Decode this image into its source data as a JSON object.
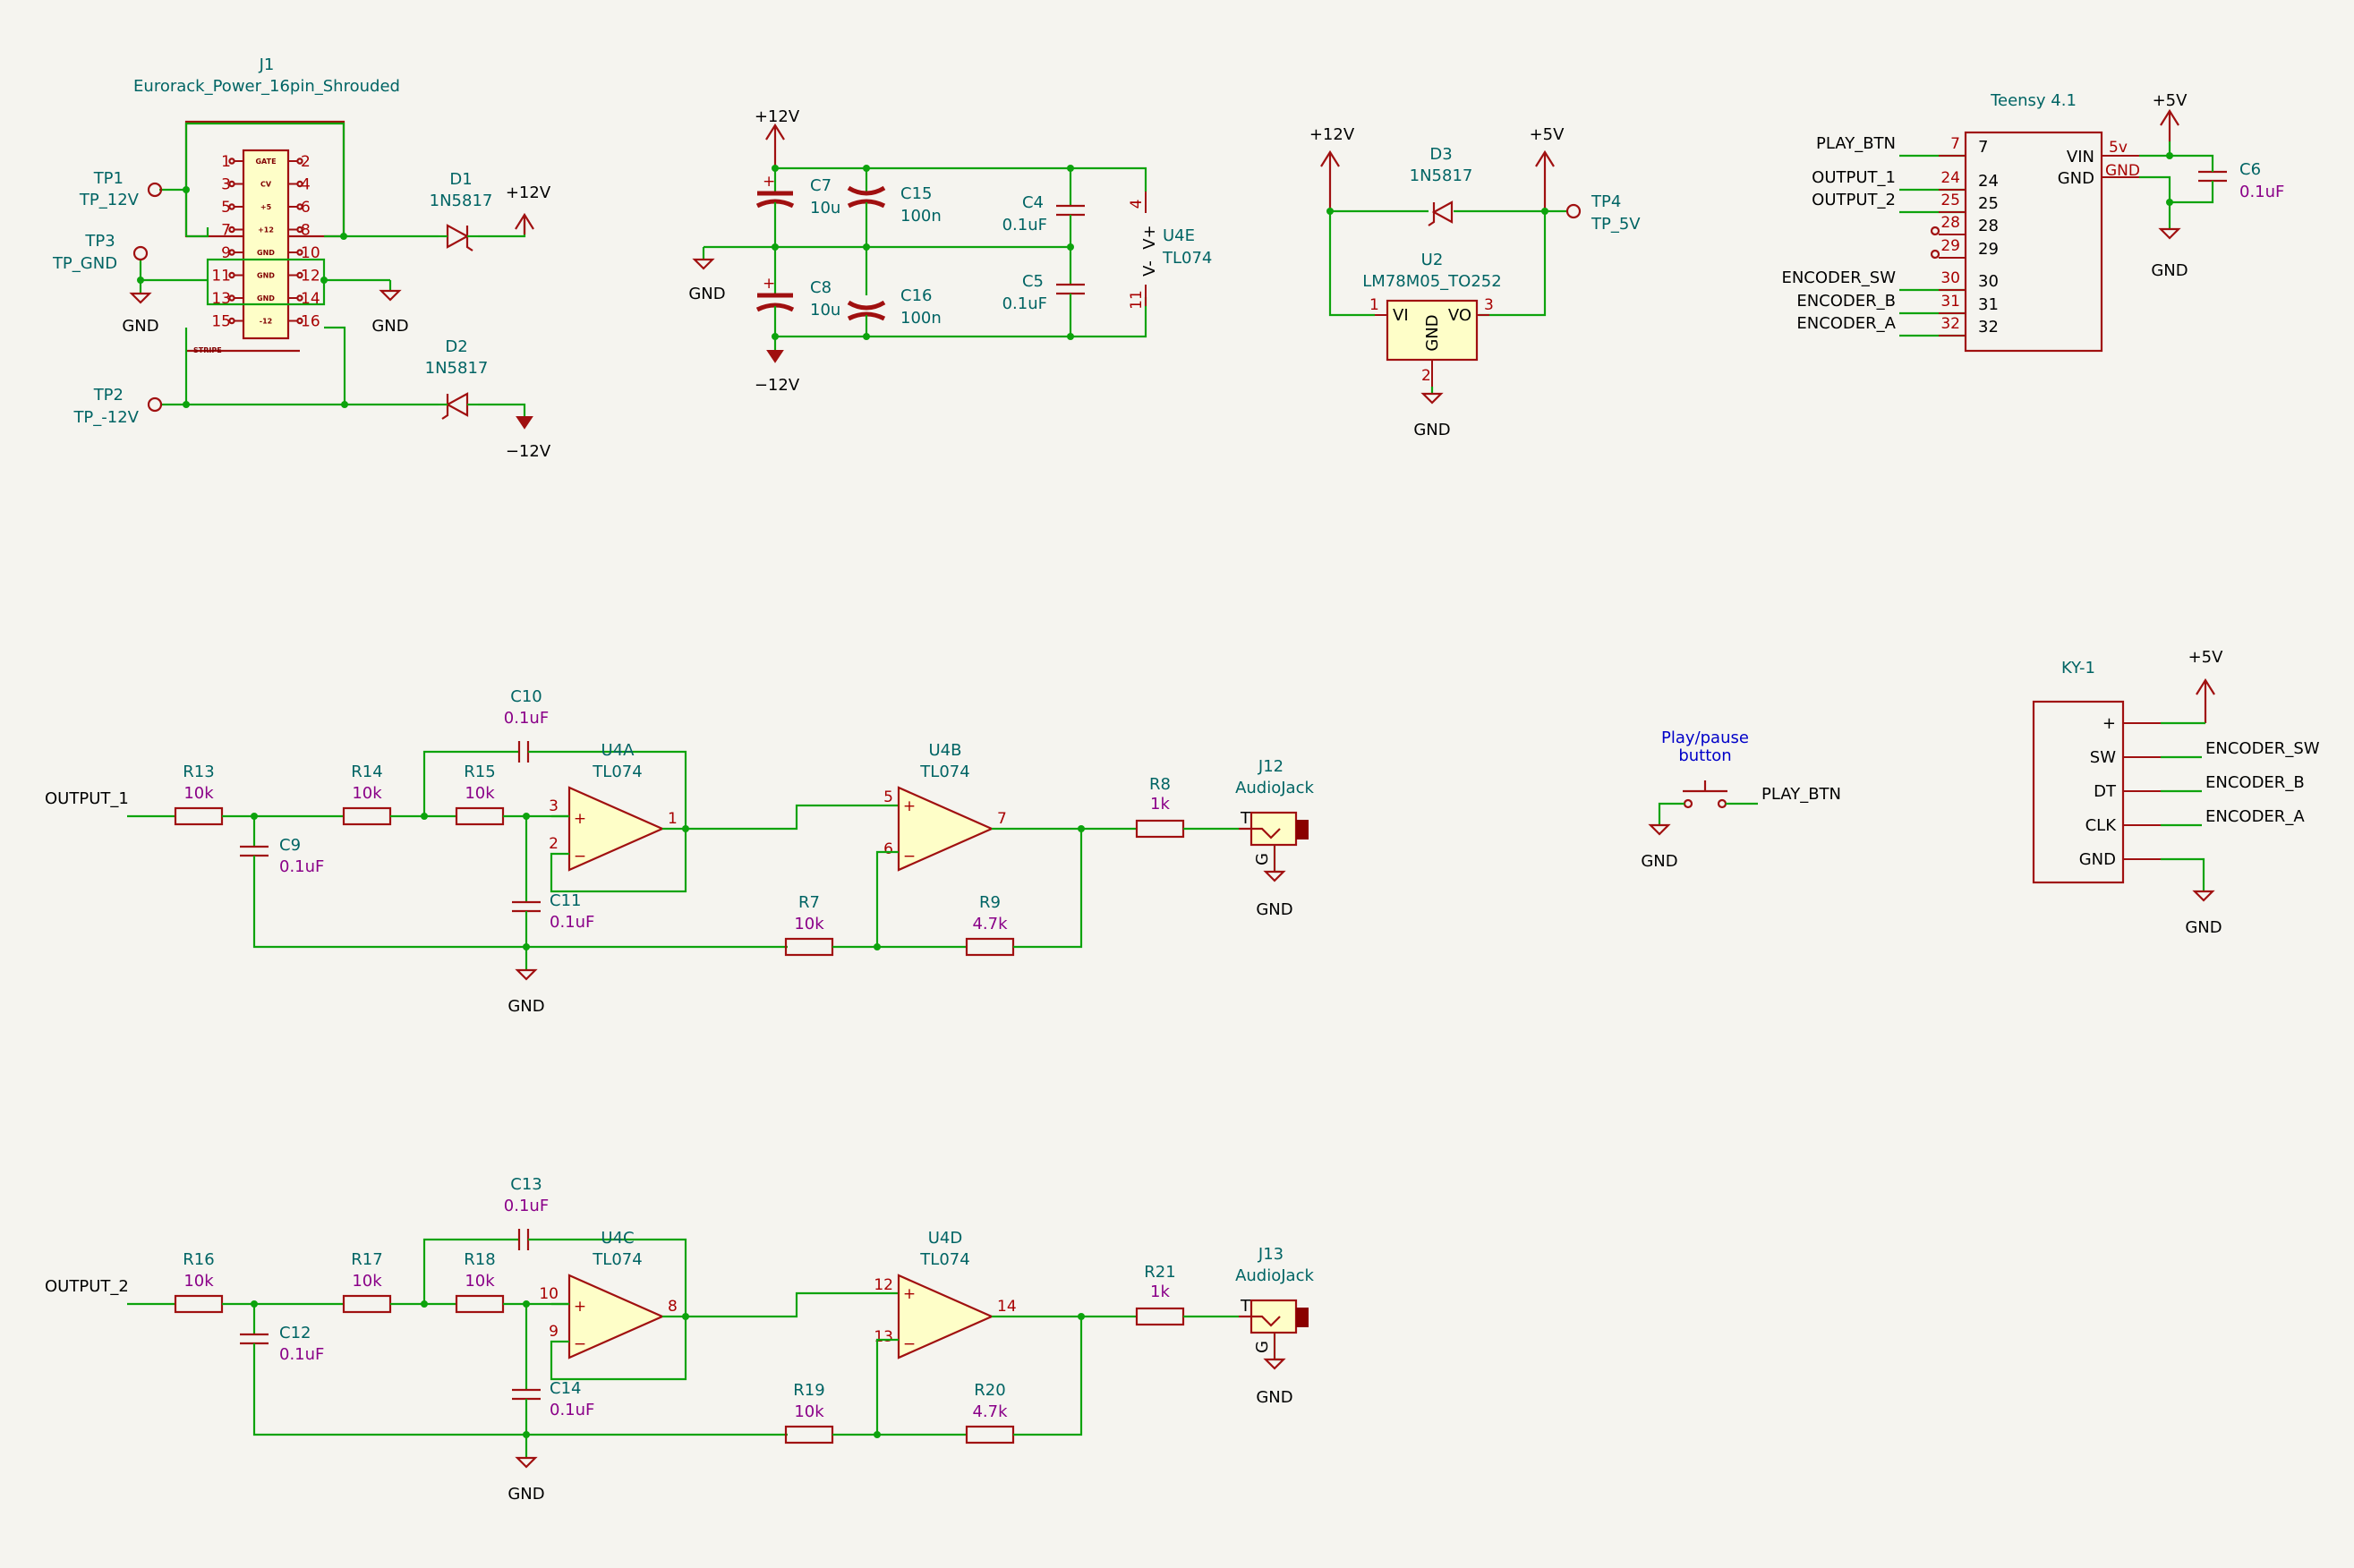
{
  "title": "KiCad schematic – Eurorack Teensy module",
  "labels": {
    "j1_ref": "J1",
    "j1_val": "Eurorack_Power_16pin_Shrouded",
    "tp1_ref": "TP1",
    "tp1_val": "TP_12V",
    "tp3_ref": "TP3",
    "tp3_val": "TP_GND",
    "tp2_ref": "TP2",
    "tp2_val": "TP_-12V",
    "tp4_ref": "TP4",
    "tp4_val": "TP_5V",
    "d1_ref": "D1",
    "d1_val": "1N5817",
    "d2_ref": "D2",
    "d2_val": "1N5817",
    "d3_ref": "D3",
    "d3_val": "1N5817",
    "u2_ref": "U2",
    "u2_val": "LM78M05_TO252",
    "u2_vi": "VI",
    "u2_vo": "VO",
    "u2_gnd": "GND",
    "c7_ref": "C7",
    "c7_val": "10u",
    "c15_ref": "C15",
    "c15_val": "100n",
    "c8_ref": "C8",
    "c8_val": "10u",
    "c16_ref": "C16",
    "c16_val": "100n",
    "c4_ref": "C4",
    "c4_val": "0.1uF",
    "c5_ref": "C5",
    "c5_val": "0.1uF",
    "c6_ref": "C6",
    "c6_val": "0.1uF",
    "u4e_ref": "U4E",
    "u4e_val": "TL074",
    "u4e_vplus": "V+",
    "u4e_vminus": "V-",
    "teensy_ref": "Teensy 4.1",
    "teensy_vin": "VIN",
    "teensy_gnd": "GND",
    "teensy_5v": "5v",
    "teensy_gndpin": "GND",
    "ky_ref": "KY-1",
    "c10_ref": "C10",
    "c10_val": "0.1uF",
    "c13_ref": "C13",
    "c13_val": "0.1uF",
    "r13_ref": "R13",
    "r13_val": "10k",
    "r14_ref": "R14",
    "r14_val": "10k",
    "r15_ref": "R15",
    "r15_val": "10k",
    "r16_ref": "R16",
    "r16_val": "10k",
    "r17_ref": "R17",
    "r17_val": "10k",
    "r18_ref": "R18",
    "r18_val": "10k",
    "r7_ref": "R7",
    "r7_val": "10k",
    "r19_ref": "R19",
    "r19_val": "10k",
    "r9_ref": "R9",
    "r9_val": "4.7k",
    "r20_ref": "R20",
    "r20_val": "4.7k",
    "r8_ref": "R8",
    "r8_val": "1k",
    "r21_ref": "R21",
    "r21_val": "1k",
    "c9_ref": "C9",
    "c9_val": "0.1uF",
    "c11_ref": "C11",
    "c11_val": "0.1uF",
    "c12_ref": "C12",
    "c12_val": "0.1uF",
    "c14_ref": "C14",
    "c14_val": "0.1uF",
    "u4a_ref": "U4A",
    "u4a_val": "TL074",
    "u4b_ref": "U4B",
    "u4b_val": "TL074",
    "u4c_ref": "U4C",
    "u4c_val": "TL074",
    "u4d_ref": "U4D",
    "u4d_val": "TL074",
    "j12_ref": "J12",
    "j12_val": "AudioJack",
    "j13_ref": "J13",
    "j13_val": "AudioJack",
    "jack_t": "T",
    "jack_g": "G",
    "play_note1": "Play/pause",
    "play_note2": "button",
    "plus": "+",
    "minus": "−",
    "stripe": "STRIPE"
  },
  "power": {
    "p12": "+12V",
    "m12": "−12V",
    "p5": "+5V",
    "gnd": "GND"
  },
  "nets": {
    "play_btn": "PLAY_BTN",
    "output1": "OUTPUT_1",
    "output2": "OUTPUT_2",
    "enc_sw": "ENCODER_SW",
    "enc_b": "ENCODER_B",
    "enc_a": "ENCODER_A"
  },
  "j1_pins": {
    "left": [
      "1",
      "3",
      "5",
      "7",
      "9",
      "11",
      "13",
      "15"
    ],
    "right": [
      "2",
      "4",
      "6",
      "8",
      "10",
      "12",
      "14",
      "16"
    ],
    "inner": [
      "GATE",
      "CV",
      "+5",
      "+12",
      "GND",
      "GND",
      "GND",
      "-12"
    ]
  },
  "teensy_pins": [
    {
      "net": "PLAY_BTN",
      "pin": "7",
      "name": "7"
    },
    {
      "net": "OUTPUT_1",
      "pin": "24",
      "name": "24"
    },
    {
      "net": "OUTPUT_2",
      "pin": "25",
      "name": "25"
    },
    {
      "net": "",
      "pin": "28",
      "name": "28"
    },
    {
      "net": "",
      "pin": "29",
      "name": "29"
    },
    {
      "net": "ENCODER_SW",
      "pin": "30",
      "name": "30"
    },
    {
      "net": "ENCODER_B",
      "pin": "31",
      "name": "31"
    },
    {
      "net": "ENCODER_A",
      "pin": "32",
      "name": "32"
    }
  ],
  "ky_pins": [
    "+",
    "SW",
    "DT",
    "CLK",
    "GND"
  ],
  "opamp_pins": {
    "a": [
      "3",
      "2",
      "1"
    ],
    "b": [
      "5",
      "6",
      "7"
    ],
    "c": [
      "10",
      "9",
      "8"
    ],
    "d": [
      "12",
      "13",
      "14"
    ],
    "e_top": "4",
    "e_bot": "11"
  },
  "cap_pins": {
    "one": "1",
    "two": "2",
    "three": "3"
  }
}
